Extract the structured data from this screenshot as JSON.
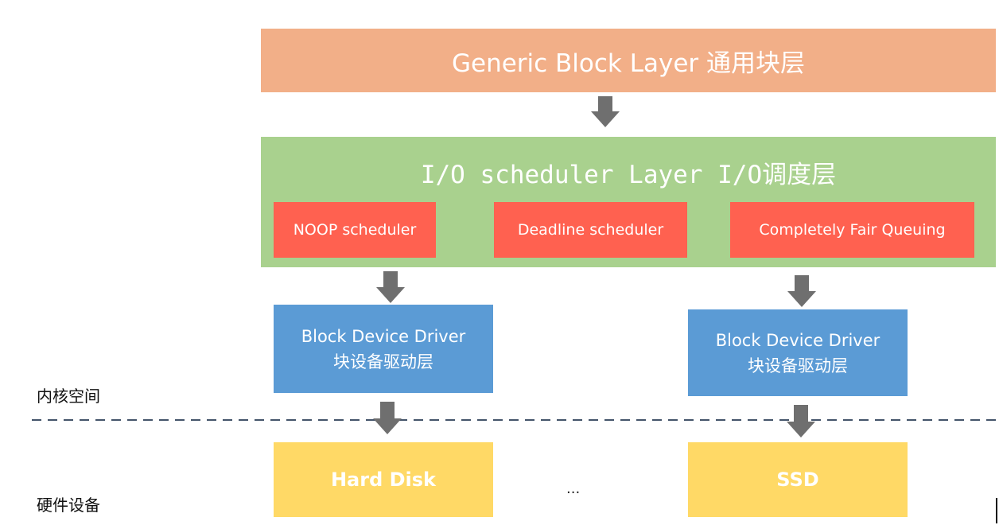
{
  "generic_block_layer": {
    "label": "Generic Block Layer 通用块层"
  },
  "io_scheduler_layer": {
    "title": "I/O scheduler Layer I/O调度层",
    "schedulers": [
      "NOOP scheduler",
      "Deadline scheduler",
      "Completely Fair Queuing"
    ]
  },
  "drivers": {
    "left": {
      "line1": "Block Device Driver",
      "line2": "块设备驱动层"
    },
    "right": {
      "line1": "Block Device Driver",
      "line2": "块设备驱动层"
    }
  },
  "hardware": {
    "hard_disk": "Hard Disk",
    "ellipsis": "...",
    "ssd": "SSD"
  },
  "zones": {
    "kernel_space": "内核空间",
    "hardware_devices": "硬件设备"
  },
  "colors": {
    "generic_block": "#F2AF88",
    "io_layer": "#A9D18E",
    "scheduler": "#FF6150",
    "driver": "#5B9BD5",
    "storage": "#FFD966",
    "arrow": "#6F6F6F",
    "divider": "#44546A"
  }
}
